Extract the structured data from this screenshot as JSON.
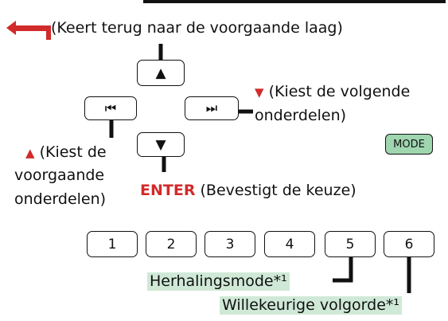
{
  "back_label": "(Keert terug naar de voorgaande laag)",
  "next_marker": "▼",
  "next_label_1": "(Kiest de volgende",
  "next_label_2": "onderdelen)",
  "prev_marker": "▲",
  "prev_label_1": "(Kiest de",
  "prev_label_2": "voorgaande",
  "prev_label_3": "onderdelen)",
  "enter_word": "ENTER",
  "enter_desc": "(Bevestigt de keuze)",
  "mode_button": "MODE",
  "up_symbol": "▲",
  "down_symbol": "▼",
  "prev_symbol": "⏮",
  "next_symbol": "⏭",
  "number_keys": [
    "1",
    "2",
    "3",
    "4",
    "5",
    "6"
  ],
  "repeat_label": "Herhalingsmode*¹",
  "shuffle_label": "Willekeurige volgorde*¹",
  "accent_color": "#d12b2b",
  "highlight_color": "#cfe9d6"
}
